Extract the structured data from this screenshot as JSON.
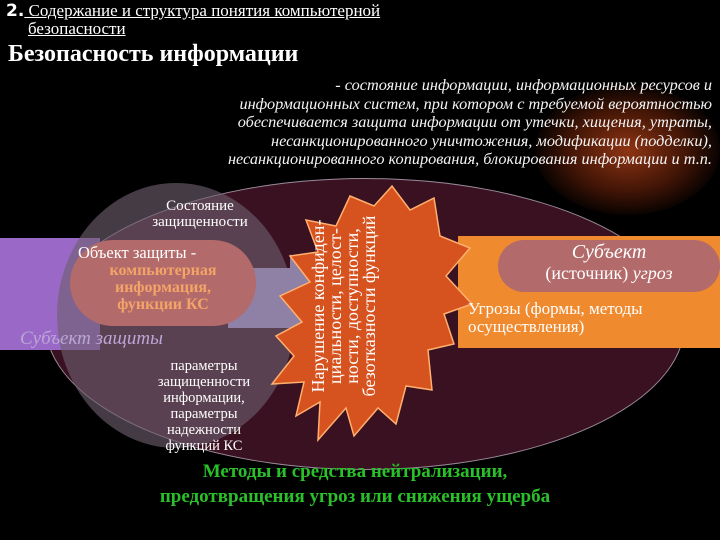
{
  "header": {
    "number": "2.",
    "title_line1": " Содержание и структура понятия компьютерной",
    "title_line2": "безопасности"
  },
  "page_title": "Безопасность информации",
  "definition_lines": [
    "- состояние информации, информационных ресурсов и",
    "информационных систем, при котором с требуемой вероятностью",
    "обеспечивается защита информации от утечки, хищения, утраты,",
    "несанкционированного уничтожения, модификации (подделки),",
    "несанкционированного копирования, блокирования информации и т.п."
  ],
  "state": {
    "line1": "Состояние",
    "line2": "защищенности"
  },
  "object": {
    "title": "Объект защиты -",
    "line1": "компьютерная",
    "line2": "информация,",
    "line3": "функции КС"
  },
  "subject_protection": "Субъект защиты",
  "params": {
    "line1": "параметры",
    "line2": "защищенности",
    "line3": "информации,",
    "line4": "параметры",
    "line5": "надежности",
    "line6": "функций КС"
  },
  "burst": {
    "line1": "Нарушение конфиден-",
    "line2": "циальности, целост-",
    "line3": "ности, доступности,",
    "line4": "безотказности функций"
  },
  "subject_threat": {
    "title": "Субъект",
    "source": "(источник)",
    "threats_word": "угроз"
  },
  "threats": {
    "line1": "Угрозы (формы, методы",
    "line2": "осуществления)"
  },
  "methods": {
    "line1": "Методы и средства нейтрализации,",
    "line2": "предотвращения угроз или снижения ущерба"
  },
  "colors": {
    "background": "#000000",
    "oval": "#3a1120",
    "purple": "#9a69c8",
    "orange": "#f08a2e",
    "burst": "#d6531f",
    "pill": "#b26a6a",
    "green": "#2ac02a"
  }
}
